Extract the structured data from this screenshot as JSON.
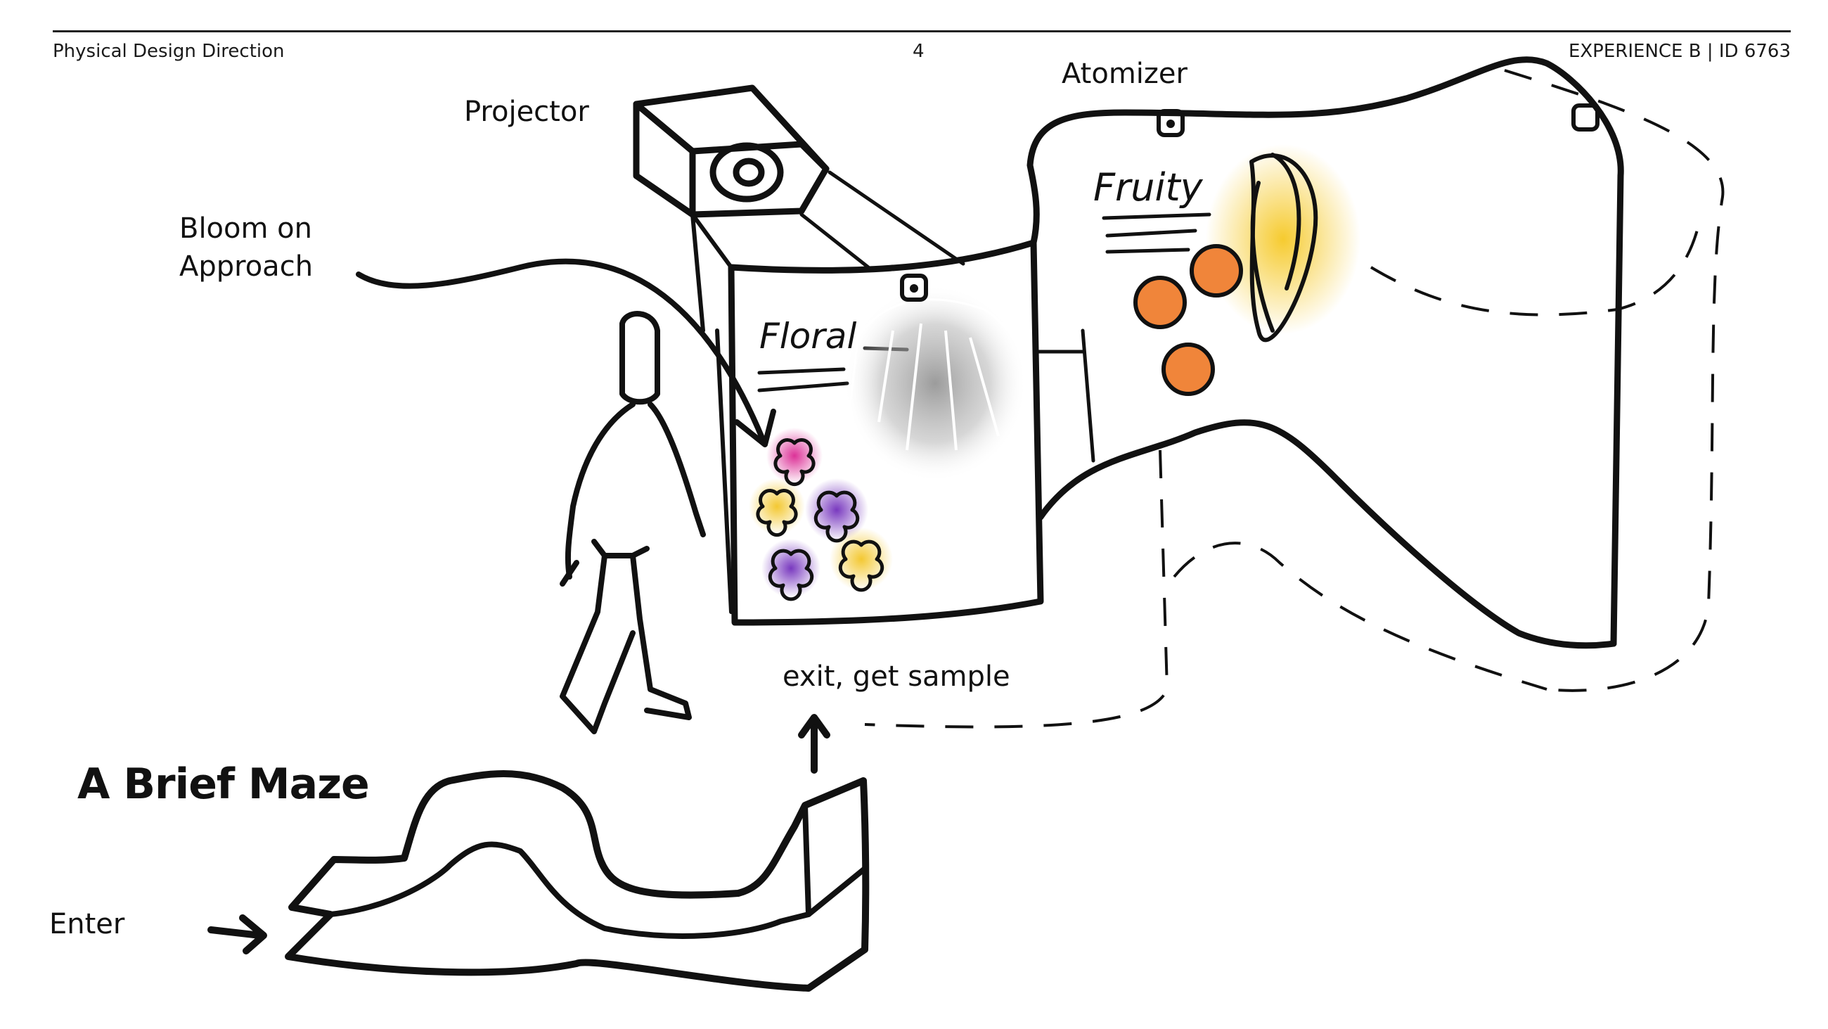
{
  "header": {
    "left": "Physical Design Direction",
    "page_number": "4",
    "right": "EXPERIENCE B | ID 6763"
  },
  "labels": {
    "projector": "Projector",
    "atomizer": "Atomizer",
    "bloom_line1": "Bloom on",
    "bloom_line2": "Approach",
    "exit": "exit, get sample",
    "enter": "Enter",
    "maze_title": "A Brief Maze"
  },
  "sketch_text": {
    "floral_panel": "Floral",
    "fruity_panel": "Fruity"
  },
  "colors": {
    "ink": "#111111",
    "flower_magenta": "#d81b8c",
    "flower_yellow": "#f2c21b",
    "flower_purple": "#6a23b8",
    "fruit_orange": "#f0853a",
    "banana_yellow": "#f5c518",
    "mist_gray": "#9a9a9a"
  }
}
